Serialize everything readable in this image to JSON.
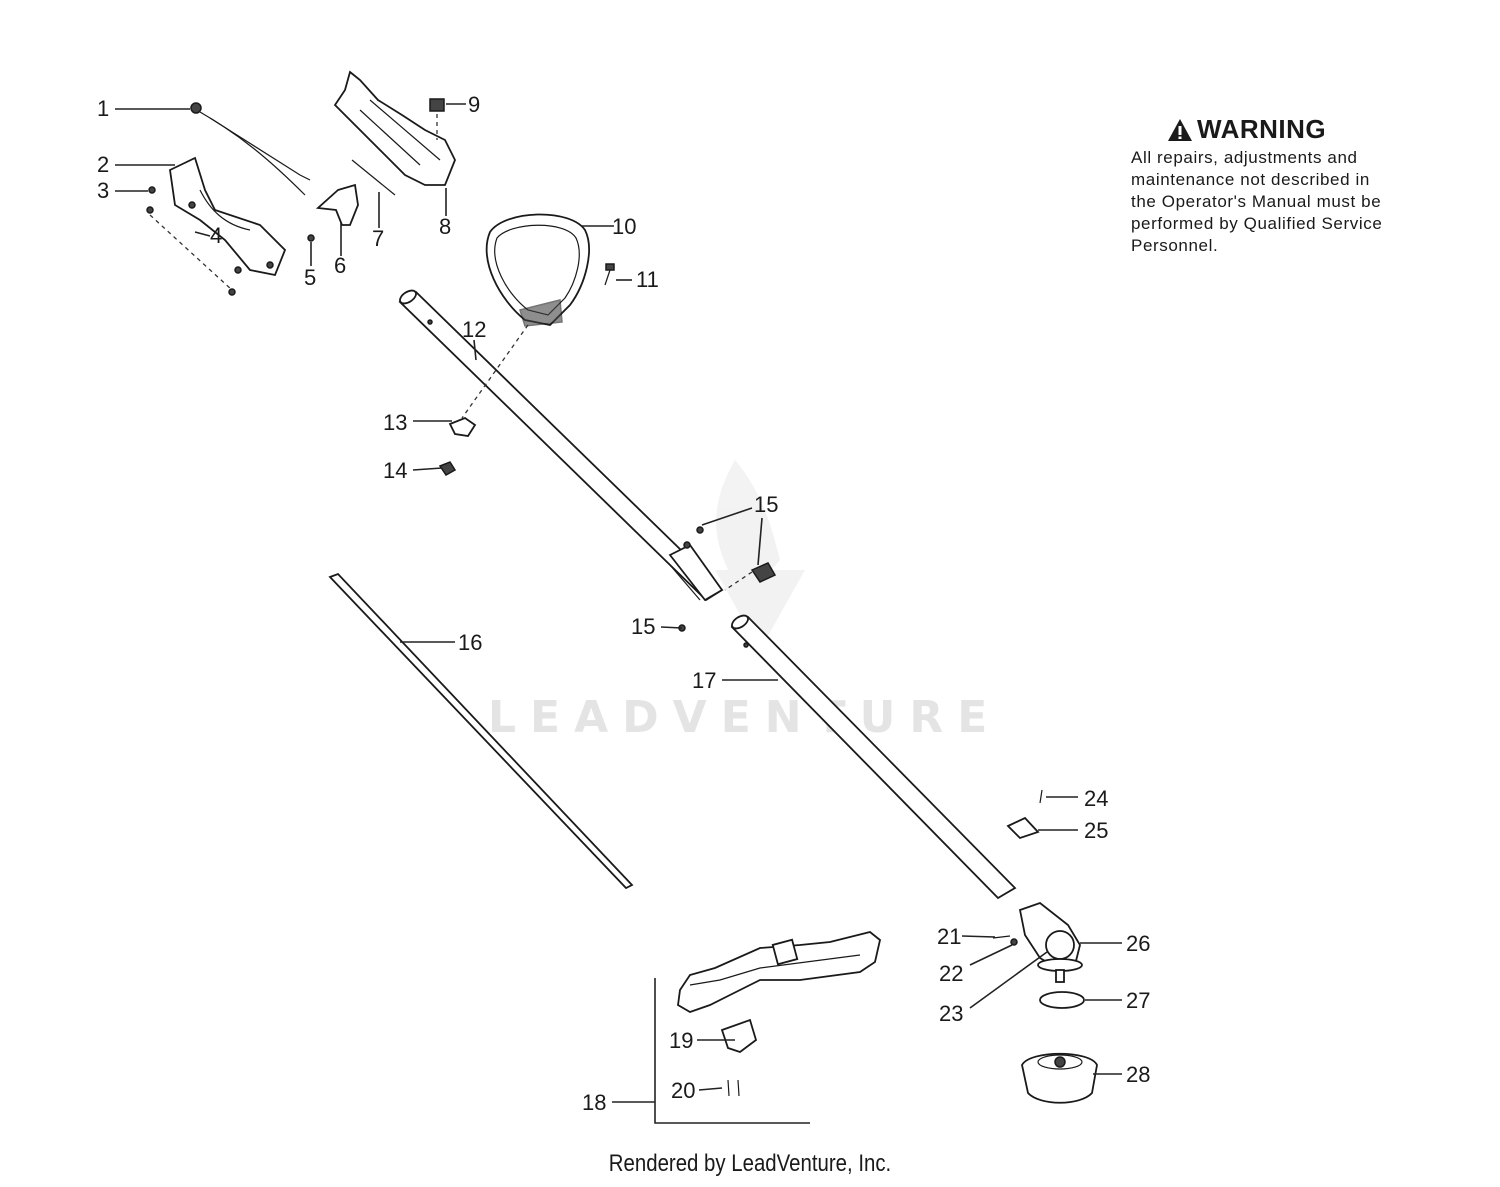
{
  "warning": {
    "title": "WARNING",
    "lines": [
      "All repairs, adjustments and",
      "maintenance not described in",
      "the Operator's Manual must be",
      "performed by Qualified Service",
      "Personnel."
    ]
  },
  "watermark": "LEADVENTURE",
  "footer": "Rendered by LeadVenture, Inc.",
  "callouts": {
    "c1": "1",
    "c2": "2",
    "c3": "3",
    "c4": "4",
    "c5": "5",
    "c6": "6",
    "c7": "7",
    "c8": "8",
    "c9": "9",
    "c10": "10",
    "c11": "11",
    "c12": "12",
    "c13": "13",
    "c14": "14",
    "c15a": "15",
    "c15b": "15",
    "c16": "16",
    "c17": "17",
    "c18": "18",
    "c19": "19",
    "c20": "20",
    "c21": "21",
    "c22": "22",
    "c23": "23",
    "c24": "24",
    "c25": "25",
    "c26": "26",
    "c27": "27",
    "c28": "28"
  },
  "icons": {
    "warning": "warning-triangle-icon"
  }
}
